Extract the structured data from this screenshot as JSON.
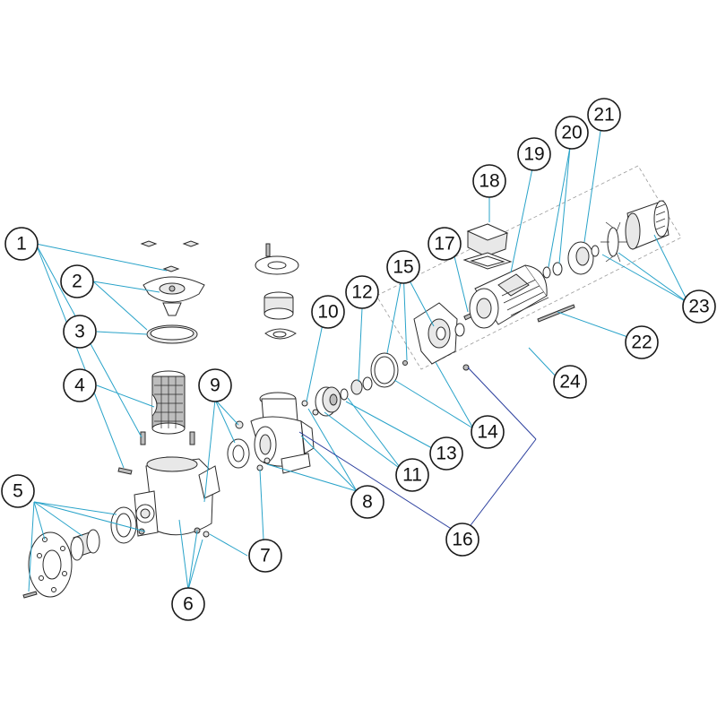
{
  "callouts": [
    {
      "label": "1"
    },
    {
      "label": "2"
    },
    {
      "label": "3"
    },
    {
      "label": "4"
    },
    {
      "label": "5"
    },
    {
      "label": "6"
    },
    {
      "label": "7"
    },
    {
      "label": "8"
    },
    {
      "label": "9"
    },
    {
      "label": "10"
    },
    {
      "label": "11"
    },
    {
      "label": "12"
    },
    {
      "label": "13"
    },
    {
      "label": "14"
    },
    {
      "label": "15"
    },
    {
      "label": "16"
    },
    {
      "label": "17"
    },
    {
      "label": "18"
    },
    {
      "label": "19"
    },
    {
      "label": "20"
    },
    {
      "label": "21"
    },
    {
      "label": "22"
    },
    {
      "label": "23"
    },
    {
      "label": "24"
    }
  ],
  "colors": {
    "leader": "#29a3c9",
    "leader_dark": "#2b3f9e",
    "outline": "#2a2a2a"
  }
}
